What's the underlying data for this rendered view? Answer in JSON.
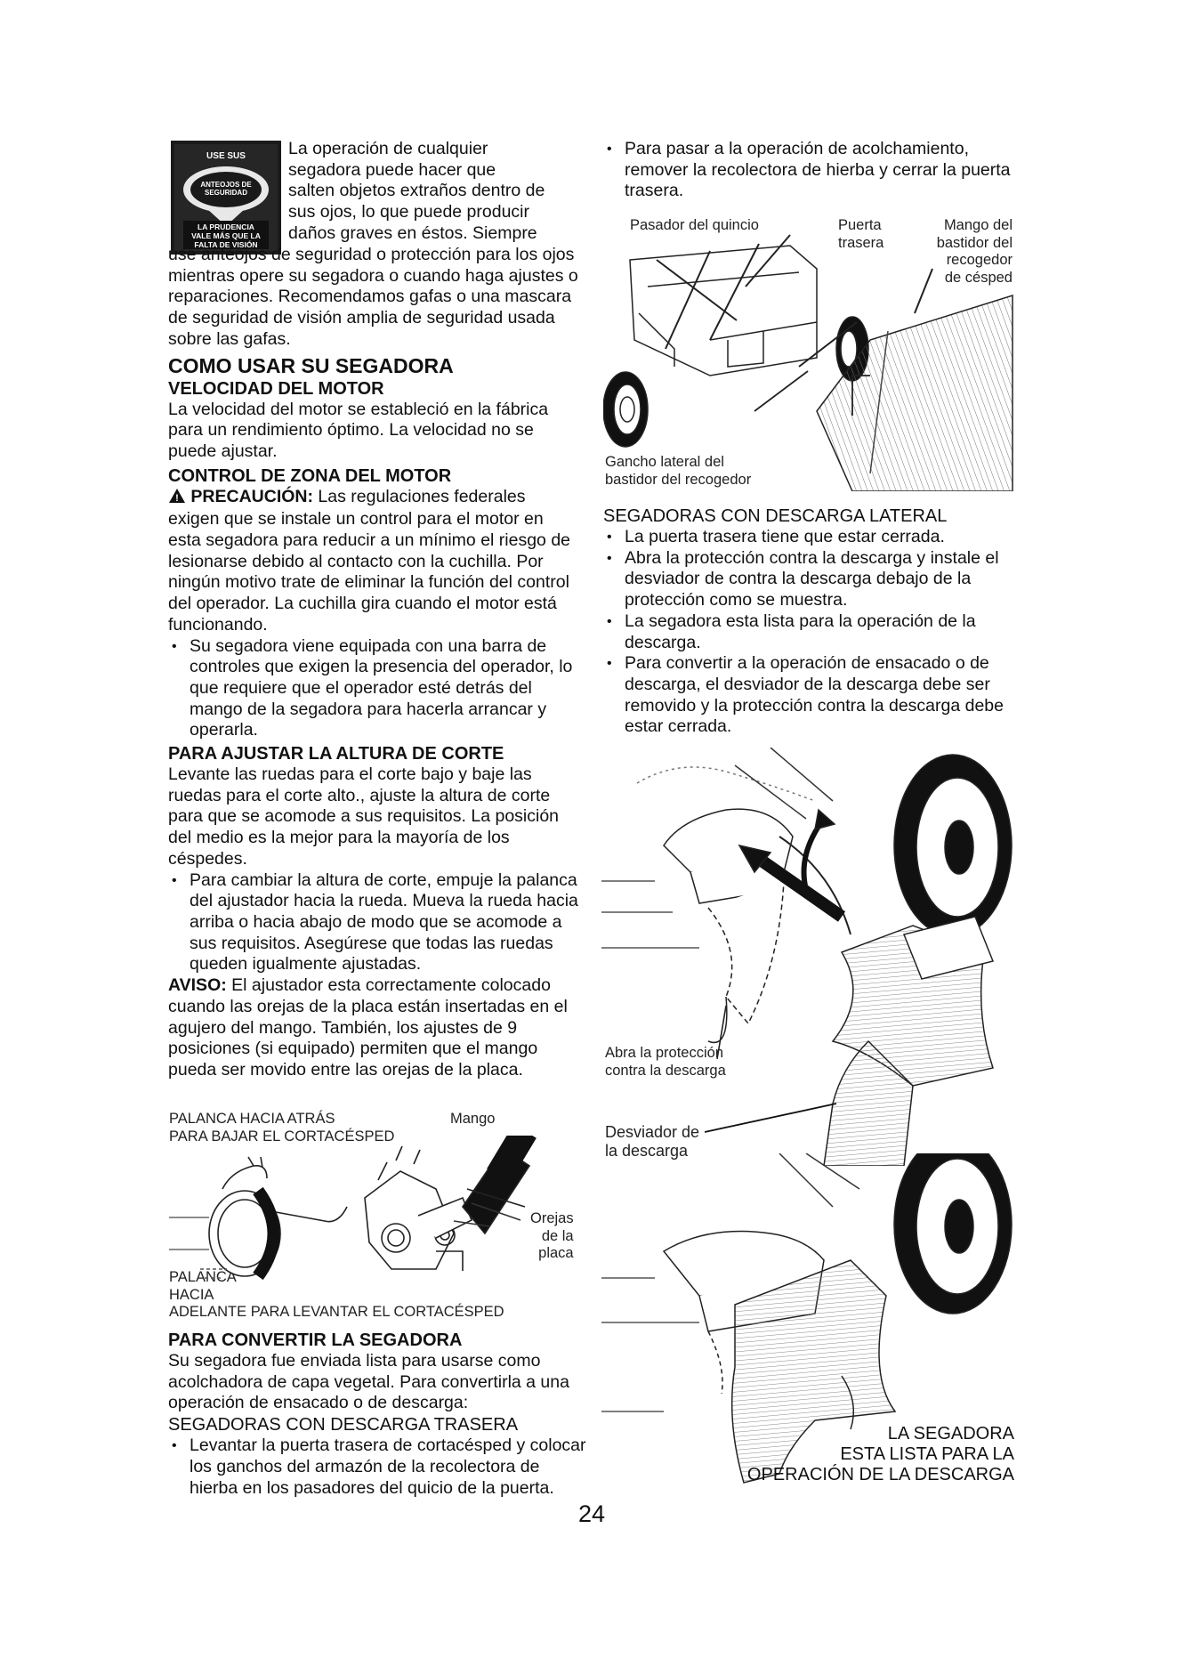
{
  "page_number": "24",
  "safety_badge": {
    "top": "USE SUS",
    "mid": "ANTEOJOS DE SEGURIDAD",
    "bottom_1": "LA PRUDENCIA",
    "bottom_2": "VALE MÁS QUE LA",
    "bottom_3": "FALTA DE VISIÓN"
  },
  "left": {
    "intro_lines": [
      "La operación de cualquier",
      "segadora puede hacer que",
      "salten objetos extraños dentro de",
      "sus ojos, lo que puede producir",
      "daños graves en éstos. Siempre"
    ],
    "intro_rest": "use anteojos de seguridad o protección para los ojos mientras opere su segadora o cuando haga ajustes o reparaciones. Recomendamos gafas o una mascara de seguridad de visión amplia de seguridad usada sobre las gafas.",
    "main_title": "COMO USAR SU SEGADORA",
    "speed_title": "VELOCIDAD DEL MOTOR",
    "speed_text": "La velocidad del motor se estableció en la fábrica para un rendimiento óptimo. La velocidad no se puede ajustar.",
    "zone_title": "CONTROL DE ZONA DEL MOTOR",
    "caution_label": "PRECAUCIÓN:",
    "caution_text": " Las regulaciones federales exigen que se instale un control para el motor en esta segadora para reducir a un mínimo el riesgo de lesionarse debido al contacto con la cuchilla. Por ningún motivo trate de eliminar la función del control del operador. La cuchilla gira cuando el motor está funcionando.",
    "zone_bullet": "Su segadora viene equipada con una barra de controles que exigen la presencia del operador, lo que requiere que el operador esté detrás del mango de la segadora para hacerla arrancar y operarla.",
    "height_title": "PARA AJUSTAR LA ALTURA DE CORTE",
    "height_text": "Levante las ruedas para el corte bajo y baje las ruedas para el corte alto., ajuste la altura de corte para que se acomode a sus requisitos. La posición del medio es la mejor para la mayoría de los céspedes.",
    "height_bullet": "Para cambiar la altura de corte, empuje la palanca del ajustador hacia la rueda. Mueva la rueda hacia arriba o hacia abajo de modo que se acomode a sus requisitos. Asegúrese que todas las ruedas queden igualmente ajustadas.",
    "notice_label": "AVISO:",
    "notice_text": " El ajustador esta correctamente colocado cuando las orejas de la placa están insertadas en el agujero del mango. También, los ajustes de 9 posiciones (si equipado) permiten que el mango pueda ser movido entre las orejas de la placa.",
    "fig_labels": {
      "lever_back_1": "PALANCA HACIA ATRÁS",
      "lever_back_2": "PARA BAJAR EL CORTACÉSPED",
      "handle": "Mango",
      "ears_1": "Orejas",
      "ears_2": "de la",
      "ears_3": "placa",
      "lever_fwd_1": "PALANCA",
      "lever_fwd_2": "HACIA",
      "lever_fwd_3": "ADELANTE PARA LEVANTAR EL CORTACÉSPED"
    },
    "convert_title": "PARA CONVERTIR LA SEGADORA",
    "convert_text": "Su segadora fue enviada lista para usarse como acolchadora de capa vegetal. Para convertirla a una operación de ensacado o de descarga:",
    "rear_title": "SEGADORAS CON DESCARGA TRASERA",
    "rear_bullet": "Levantar la puerta trasera de cortacésped y colocar los ganchos del armazón de la recolectora de hierba en los pasadores del quicio de la puerta."
  },
  "right": {
    "mulch_bullet": "Para pasar a la operación de acolchamiento, remover la recolectora de hierba y cerrar la puerta trasera.",
    "fig1_labels": {
      "hinge_pin": "Pasador del quincio",
      "door_1": "Puerta",
      "door_2": "trasera",
      "frame_1": "Mango del",
      "frame_2": "bastidor del",
      "frame_3": "recogedor",
      "frame_4": "de césped",
      "hook_1": "Gancho lateral del",
      "hook_2": "bastidor del recogedor"
    },
    "side_title": "SEGADORAS CON DESCARGA LATERAL",
    "side_bullets": [
      "La puerta trasera tiene que estar cerrada.",
      "Abra la protección contra la descarga y instale el desviador de contra la descarga debajo de la protección como se muestra.",
      "La segadora esta lista para la operación de la descarga.",
      "Para convertir a la operación de ensacado o de descarga, el desviador de la descarga debe ser removido y la protección contra la descarga debe estar cerrada."
    ],
    "fig2_labels": {
      "open_1": "Abra la protección",
      "open_2": "contra la descarga",
      "deflector_1": "Desviador de",
      "deflector_2": "la descarga"
    },
    "fig3_caption": {
      "line1": "LA SEGADORA",
      "line2": "ESTA LISTA PARA LA",
      "line3": "OPERACIÓN DE LA DESCARGA"
    }
  }
}
